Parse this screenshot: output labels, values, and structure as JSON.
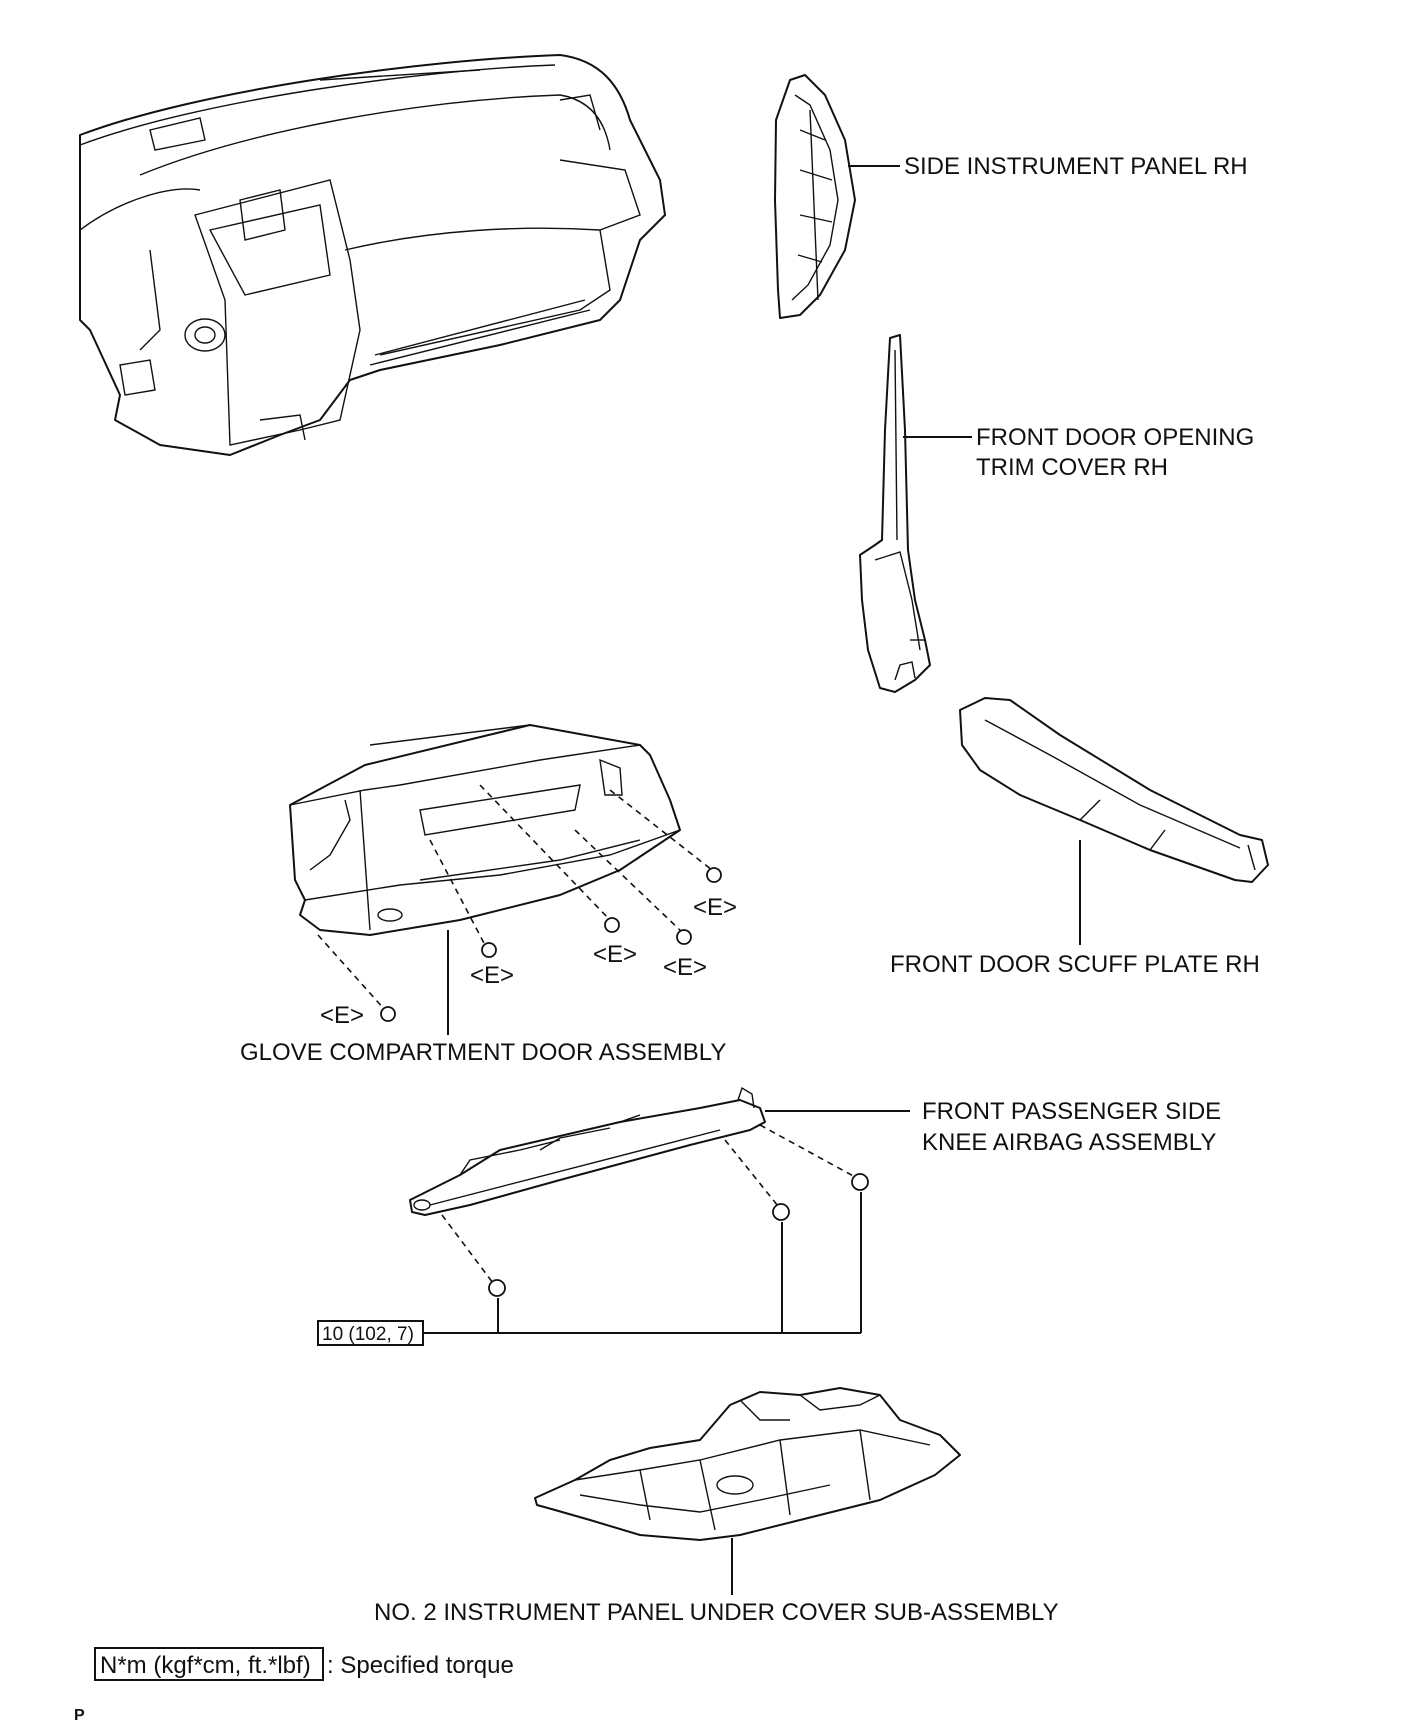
{
  "labels": {
    "side_panel": "SIDE INSTRUMENT PANEL RH",
    "trim_cover_line1": "FRONT DOOR OPENING",
    "trim_cover_line2": "TRIM COVER RH",
    "scuff_plate": "FRONT DOOR SCUFF PLATE RH",
    "glove_box": "GLOVE COMPARTMENT DOOR ASSEMBLY",
    "knee_airbag_line1": "FRONT PASSENGER SIDE",
    "knee_airbag_line2": "KNEE AIRBAG ASSEMBLY",
    "under_cover": "NO. 2 INSTRUMENT PANEL UNDER COVER SUB-ASSEMBLY"
  },
  "screw_code": "<E>",
  "torque_value": "10 (102, 7)",
  "legend": {
    "unit_box": "N*m (kgf*cm, ft.*lbf)",
    "description": ": Specified torque"
  },
  "page_marker": "P"
}
